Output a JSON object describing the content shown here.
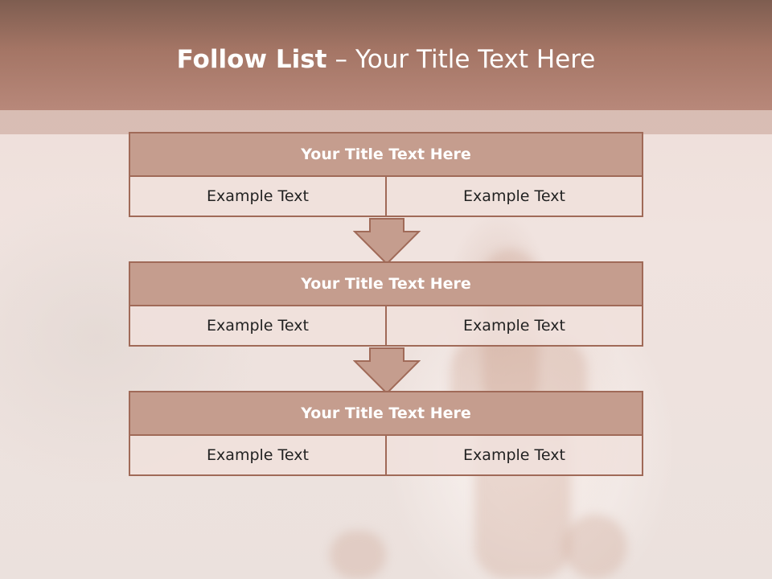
{
  "header": {
    "title_bold": "Follow List",
    "title_separator": "–",
    "title_rest": "Your Title Text Here"
  },
  "blocks": [
    {
      "title": "Your Title Text Here",
      "left": "Example Text",
      "right": "Example Text"
    },
    {
      "title": "Your Title Text Here",
      "left": "Example Text",
      "right": "Example Text"
    },
    {
      "title": "Your Title Text Here",
      "left": "Example Text",
      "right": "Example Text"
    }
  ],
  "colors": {
    "header": "#a47565",
    "box_title_fill": "#c59d8e",
    "box_border": "#a06a58",
    "arrow_fill": "#c59d8e"
  }
}
